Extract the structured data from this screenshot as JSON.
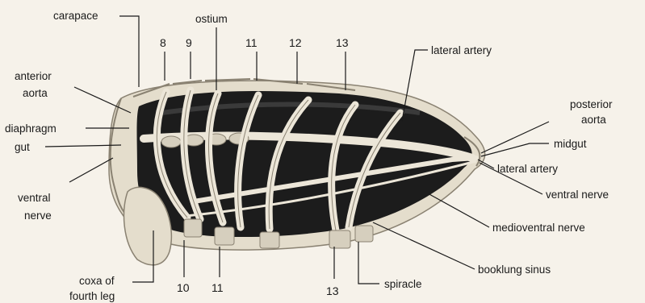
{
  "labels": {
    "carapace": "carapace",
    "ostium": "ostium",
    "anterior_aorta_1": "anterior",
    "anterior_aorta_2": "aorta",
    "diaphragm": "diaphragm",
    "gut": "gut",
    "ventral_nerve_left_1": "ventral",
    "ventral_nerve_left_2": "nerve",
    "coxa_1": "coxa of",
    "coxa_2": "fourth leg",
    "lateral_artery_top": "lateral artery",
    "posterior_aorta_1": "posterior",
    "posterior_aorta_2": "aorta",
    "midgut": "midgut",
    "lateral_artery_right": "lateral artery",
    "ventral_nerve_right": "ventral nerve",
    "medioventral_nerve": "medioventral nerve",
    "booklung_sinus": "booklung sinus",
    "spiracle": "spiracle"
  },
  "numbers": {
    "top_8": "8",
    "top_9": "9",
    "top_11": "11",
    "top_12": "12",
    "top_13": "13",
    "bottom_10": "10",
    "bottom_11": "11",
    "bottom_13": "13"
  },
  "colors": {
    "background": "#f6f2ea",
    "body_dark": "#1c1c1c",
    "vessel_light": "#ece6d8",
    "shell": "#e4ddcc",
    "ink": "#1a1a1a"
  }
}
